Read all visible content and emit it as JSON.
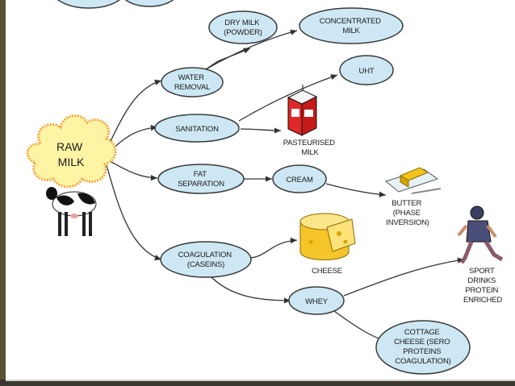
{
  "nodes": {
    "raw_milk": [
      "RAW",
      "MILK"
    ],
    "water_removal": [
      "WATER",
      "REMOVAL"
    ],
    "dry_milk": [
      "DRY MILK",
      "(POWDER)"
    ],
    "concentrated_milk": [
      "CONCENTRATED",
      "MILK"
    ],
    "uht": [
      "UHT"
    ],
    "sanitation": [
      "SANITATION"
    ],
    "pasteurised_milk": [
      "PASTEURISED",
      "MILK"
    ],
    "fat_separation": [
      "FAT",
      "SEPARATION"
    ],
    "cream": [
      "CREAM"
    ],
    "butter": [
      "BUTTER",
      "(PHASE",
      "INVERSION)"
    ],
    "coagulation": [
      "COAGULATION",
      "(CASEINS)"
    ],
    "cheese": [
      "CHEESE"
    ],
    "whey": [
      "WHEY"
    ],
    "sport_drinks": [
      "SPORT",
      "DRINKS",
      "PROTEIN",
      "ENRICHED"
    ],
    "cottage_cheese": [
      "COTTAGE",
      "CHEESE (SERO",
      "PROTEINS",
      "COAGULATION)"
    ]
  },
  "edges": [
    [
      "raw_milk",
      "water_removal"
    ],
    [
      "raw_milk",
      "sanitation"
    ],
    [
      "raw_milk",
      "fat_separation"
    ],
    [
      "raw_milk",
      "coagulation"
    ],
    [
      "water_removal",
      "dry_milk"
    ],
    [
      "water_removal",
      "concentrated_milk"
    ],
    [
      "sanitation",
      "uht"
    ],
    [
      "sanitation",
      "pasteurised_milk"
    ],
    [
      "fat_separation",
      "cream"
    ],
    [
      "cream",
      "butter"
    ],
    [
      "coagulation",
      "cheese"
    ],
    [
      "coagulation",
      "whey"
    ],
    [
      "whey",
      "sport_drinks"
    ],
    [
      "whey",
      "cottage_cheese"
    ]
  ],
  "colors": {
    "bubble_fill": "#cde8f4",
    "bubble_stroke": "#3a3a3a",
    "cloud_fill": "#fff4a3",
    "cloud_stroke": "#e0c233"
  },
  "icons": [
    "cow-icon",
    "milk-carton-icon",
    "butter-dish-icon",
    "cheese-wheel-icon",
    "football-player-icon"
  ]
}
